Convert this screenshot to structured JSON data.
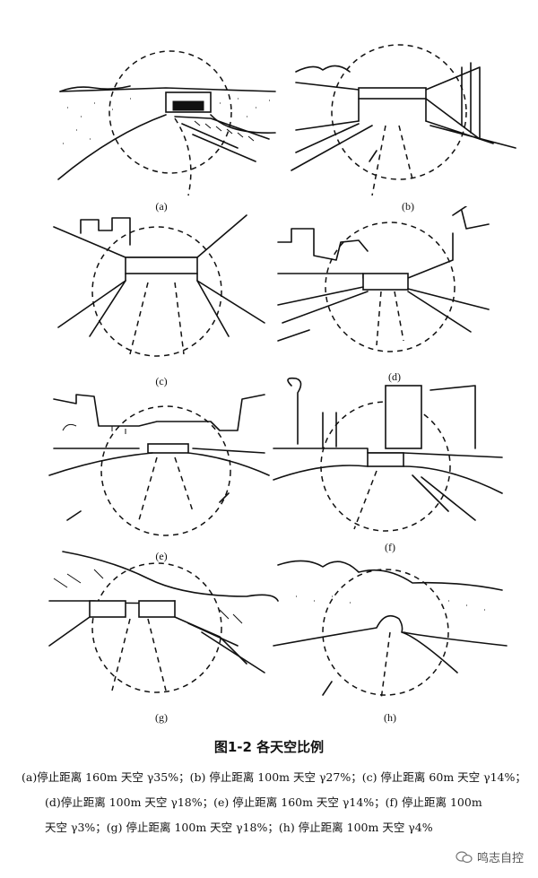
{
  "panels": [
    {
      "id": "a",
      "label": "(a)"
    },
    {
      "id": "b",
      "label": "(b)"
    },
    {
      "id": "c",
      "label": "(c)"
    },
    {
      "id": "d",
      "label": "(d)"
    },
    {
      "id": "e",
      "label": "(e)"
    },
    {
      "id": "f",
      "label": "(f)"
    },
    {
      "id": "g",
      "label": "(g)"
    },
    {
      "id": "h",
      "label": "(h)"
    }
  ],
  "caption": {
    "title": "图1-2  各天空比例",
    "lines": [
      "(a)停止距离 160m 天空 γ35%；(b) 停止距离 100m 天空 γ27%；(c) 停止距离 60m 天空 γ14%；",
      "(d)停止距离 100m 天空 γ18%；(e) 停止距离 160m 天空 γ14%；(f) 停止距离 100m",
      "天空 γ3%；(g) 停止距离 100m 天空 γ18%；(h) 停止距离 100m 天空 γ4%"
    ]
  },
  "watermark": {
    "text": "鸣志自控",
    "icon": "wechat-icon"
  }
}
